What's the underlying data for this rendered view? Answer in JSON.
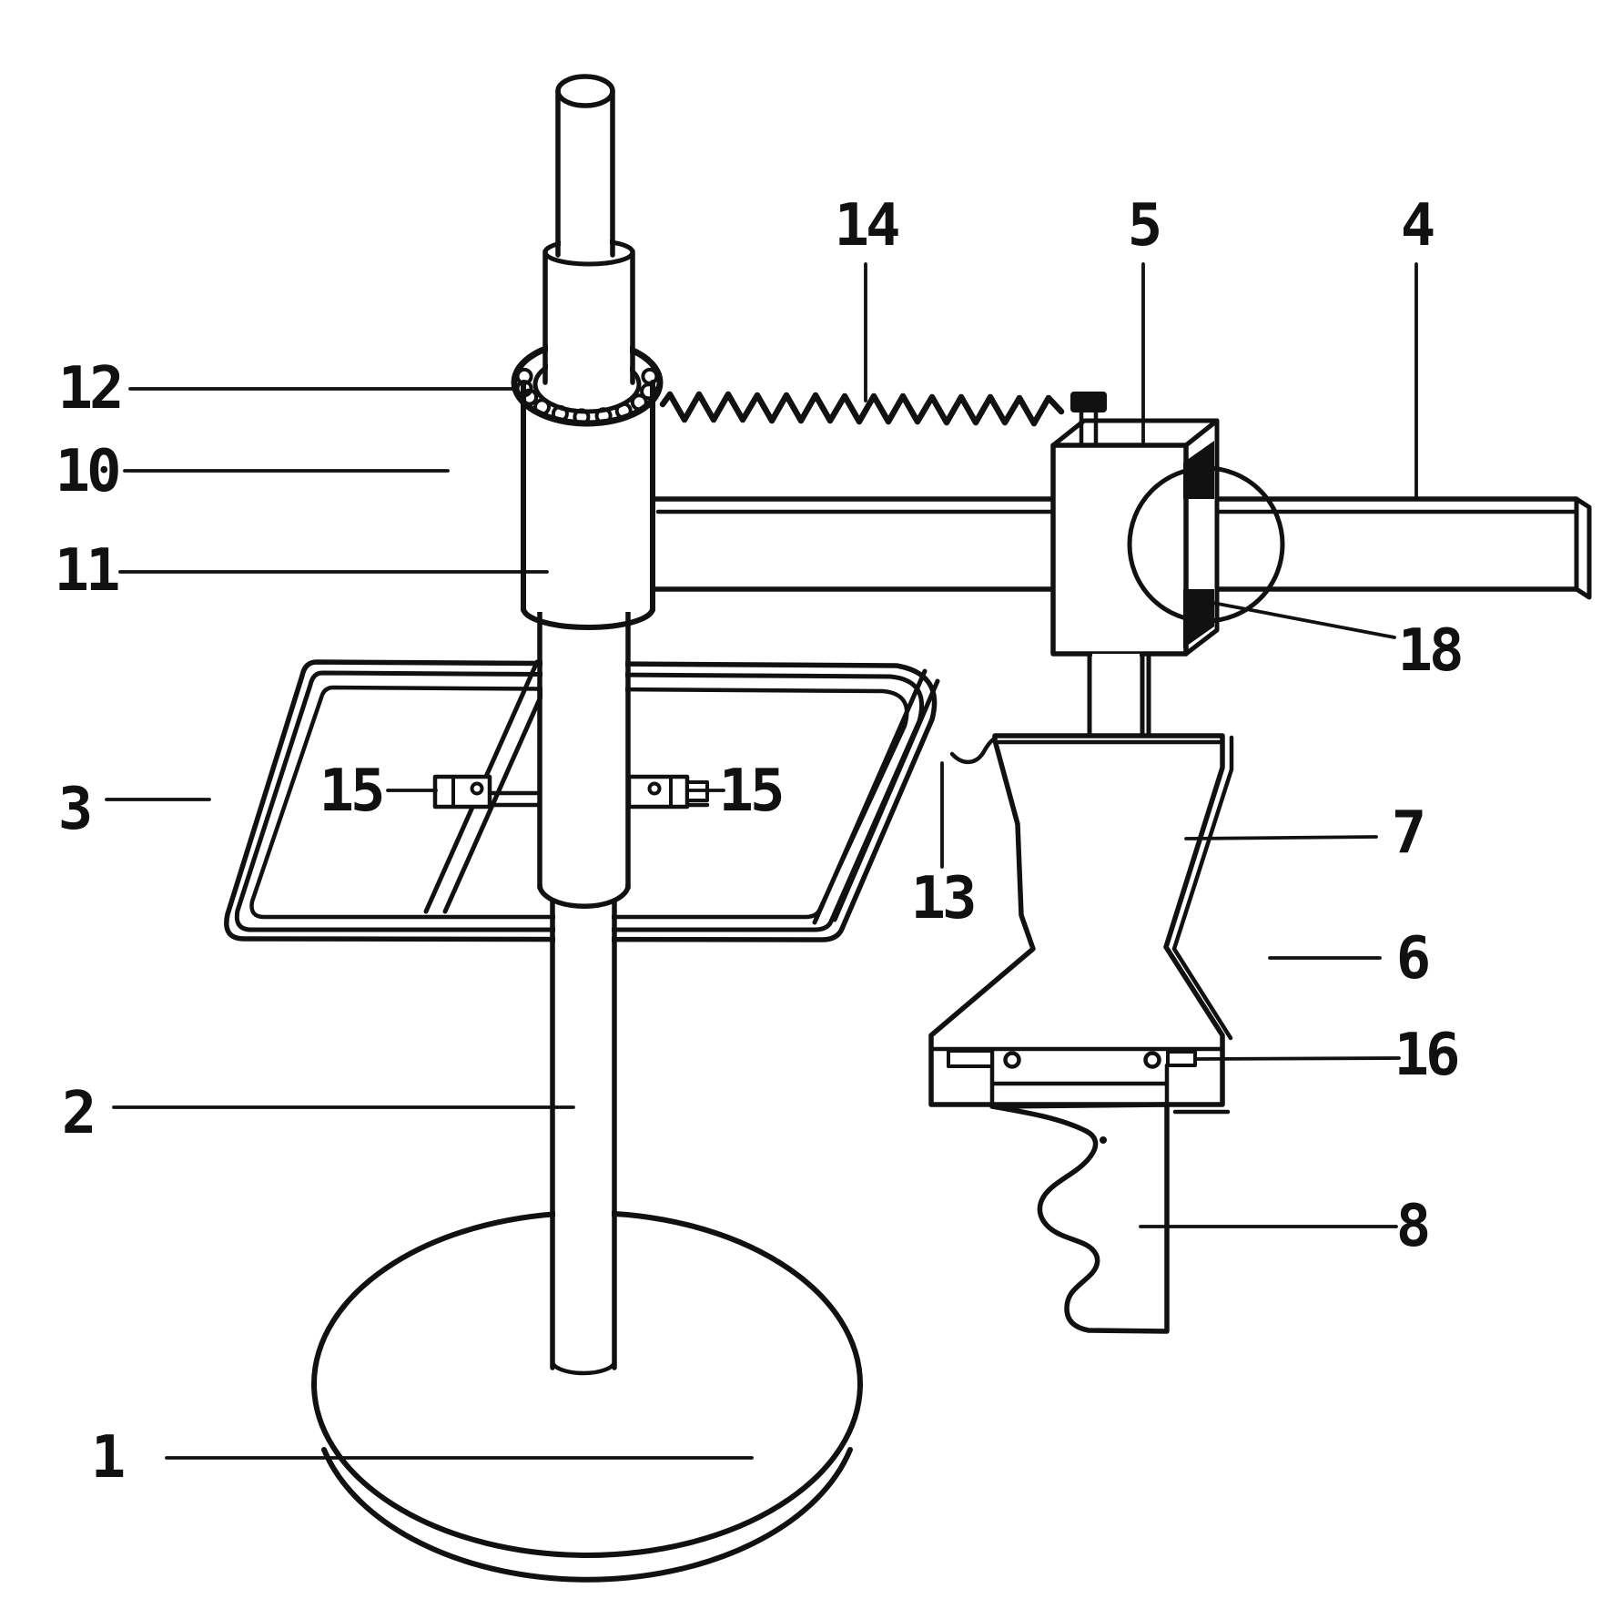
{
  "figure": {
    "kind": "patent-line-drawing",
    "background": "#ffffff",
    "ink": "#111111"
  },
  "labels": {
    "n1": "1",
    "n2": "2",
    "n3": "3",
    "n4": "4",
    "n5": "5",
    "n6": "6",
    "n7": "7",
    "n8": "8",
    "n10": "10",
    "n11": "11",
    "n12": "12",
    "n13": "13",
    "n14": "14",
    "n15a": "15",
    "n15b": "15",
    "n16": "16",
    "n18": "18"
  }
}
